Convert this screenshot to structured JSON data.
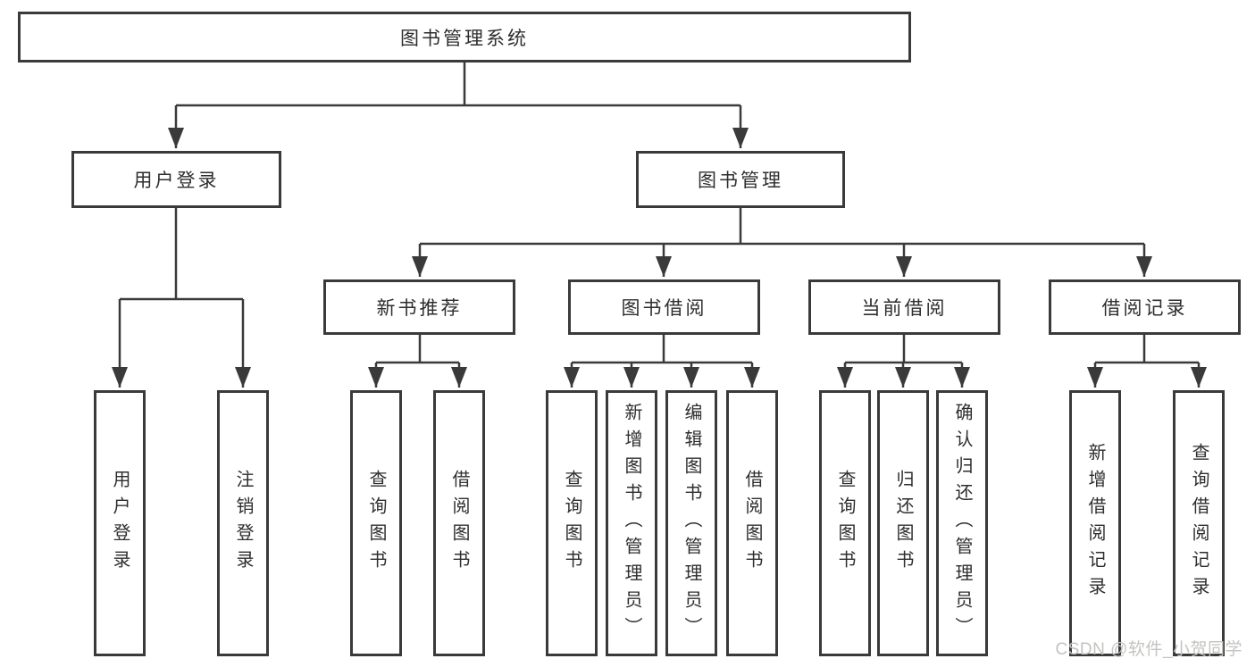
{
  "diagram": {
    "type": "hierarchy-tree",
    "root": {
      "label": "图书管理系统"
    },
    "branches": [
      {
        "label": "用户登录",
        "children": [
          {
            "label": "用户登录"
          },
          {
            "label": "注销登录"
          }
        ]
      },
      {
        "label": "图书管理",
        "children": [
          {
            "label": "新书推荐",
            "children": [
              {
                "label": "查询图书"
              },
              {
                "label": "借阅图书"
              }
            ]
          },
          {
            "label": "图书借阅",
            "children": [
              {
                "label": "查询图书"
              },
              {
                "label": "新增图书（管理员）"
              },
              {
                "label": "编辑图书（管理员）"
              },
              {
                "label": "借阅图书"
              }
            ]
          },
          {
            "label": "当前借阅",
            "children": [
              {
                "label": "查询图书"
              },
              {
                "label": "归还图书"
              },
              {
                "label": "确认归还（管理员）"
              }
            ]
          },
          {
            "label": "借阅记录",
            "children": [
              {
                "label": "新增借阅记录"
              },
              {
                "label": "查询借阅记录"
              }
            ]
          }
        ]
      }
    ]
  },
  "watermark": {
    "text": "CSDN @软件_小贺同学",
    "color": "#c3c3c1"
  },
  "colors": {
    "line": "#3a3a3a",
    "box_border": "#3a3a3a",
    "box_fill": "#ffffff",
    "text": "#2e2e2e",
    "background": "#ffffff"
  }
}
